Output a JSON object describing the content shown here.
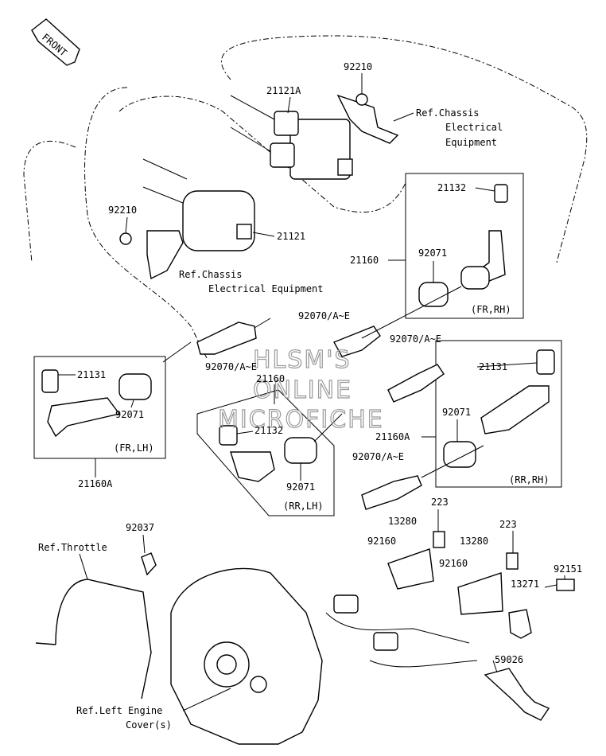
{
  "front_label": "FRONT",
  "watermark": [
    "HLSM'S",
    "ONLINE",
    "MICROFICHE"
  ],
  "labels": {
    "p92210_top": "92210",
    "p21121A": "21121A",
    "ref_chassis_top_1": "Ref.Chassis",
    "ref_chassis_top_2": "Electrical",
    "ref_chassis_top_3": "Equipment",
    "p92210_left": "92210",
    "p21121": "21121",
    "ref_chassis_left_1": "Ref.Chassis",
    "ref_chassis_left_2": "Electrical Equipment",
    "p21132_right": "21132",
    "p21160_right": "21160",
    "p92071_right": "92071",
    "fr_rh": "(FR,RH)",
    "p92070_center": "92070/A~E",
    "p92070_left": "92070/A~E",
    "p21160_center": "21160",
    "p21131_left": "21131",
    "p92071_left": "92071",
    "fr_lh": "(FR,LH)",
    "p21160A_left": "21160A",
    "p21132_center": "21132",
    "p92071_center": "92071",
    "rr_lh": "(RR,LH)",
    "p92070_right": "92070/A~E",
    "p21131_right": "21131",
    "p92071_rr": "92071",
    "p21160A_right": "21160A",
    "rr_rh": "(RR,RH)",
    "p92070_lower": "92070/A~E",
    "p223_a": "223",
    "p13280_a": "13280",
    "p92160_a": "92160",
    "p223_b": "223",
    "p13280_b": "13280",
    "p92160_b": "92160",
    "p92151": "92151",
    "p13271": "13271",
    "p92037": "92037",
    "ref_throttle": "Ref.Throttle",
    "p59026": "59026",
    "ref_engine_1": "Ref.Left Engine",
    "ref_engine_2": "Cover(s)"
  }
}
